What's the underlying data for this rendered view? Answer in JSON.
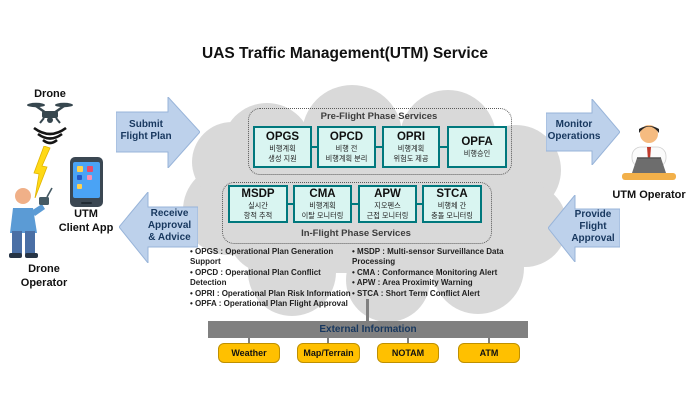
{
  "title": "UAS Traffic Management(UTM) Service",
  "colors": {
    "cloud": "#d9d9d9",
    "service_box_fill": "#d9f5f1",
    "service_box_border": "#00787d",
    "arrow_fill": "#bdd1eb",
    "arrow_text": "#17375e",
    "external_bar": "#808080",
    "source_fill": "#ffc000",
    "source_border": "#bf9000"
  },
  "left": {
    "drone_label": "Drone",
    "client_app_label": "UTM\nClient App",
    "operator_label": "Drone\nOperator"
  },
  "right": {
    "operator_label": "UTM Operator"
  },
  "arrows": {
    "submit": "Submit\nFlight Plan",
    "receive": "Receive\nApproval\n& Advice",
    "monitor": "Monitor\nOperations",
    "provide": "Provide\nFlight\nApproval"
  },
  "cloud": {
    "pre_flight": {
      "label": "Pre-Flight Phase Services",
      "items": [
        {
          "code": "OPGS",
          "desc": "비행계획\n생성 지원"
        },
        {
          "code": "OPCD",
          "desc": "비행 전\n비행계획 분리"
        },
        {
          "code": "OPRI",
          "desc": "비행계획\n위험도 제공"
        },
        {
          "code": "OPFA",
          "desc": "비행승인"
        }
      ]
    },
    "in_flight": {
      "label": "In-Flight Phase Services",
      "items": [
        {
          "code": "MSDP",
          "desc": "실시간\n항적 추적"
        },
        {
          "code": "CMA",
          "desc": "비행계획\n이탈 모니터링"
        },
        {
          "code": "APW",
          "desc": "지오펜스\n근접 모니터링"
        },
        {
          "code": "STCA",
          "desc": "비행체 간\n충돌 모니터링"
        }
      ]
    }
  },
  "legend": {
    "left": [
      "OPGS : Operational Plan Generation Support",
      "OPCD : Operational Plan Conflict Detection",
      "OPRI : Operational Plan Risk Information",
      "OPFA : Operational Plan Flight Approval"
    ],
    "right": [
      "MSDP : Multi-sensor Surveillance Data Processing",
      "CMA : Conformance Monitoring Alert",
      "APW : Area Proximity Warning",
      "STCA : Short Term Conflict Alert"
    ]
  },
  "external": {
    "bar_label": "External Information",
    "sources": [
      "Weather",
      "Map/Terrain",
      "NOTAM",
      "ATM"
    ]
  }
}
